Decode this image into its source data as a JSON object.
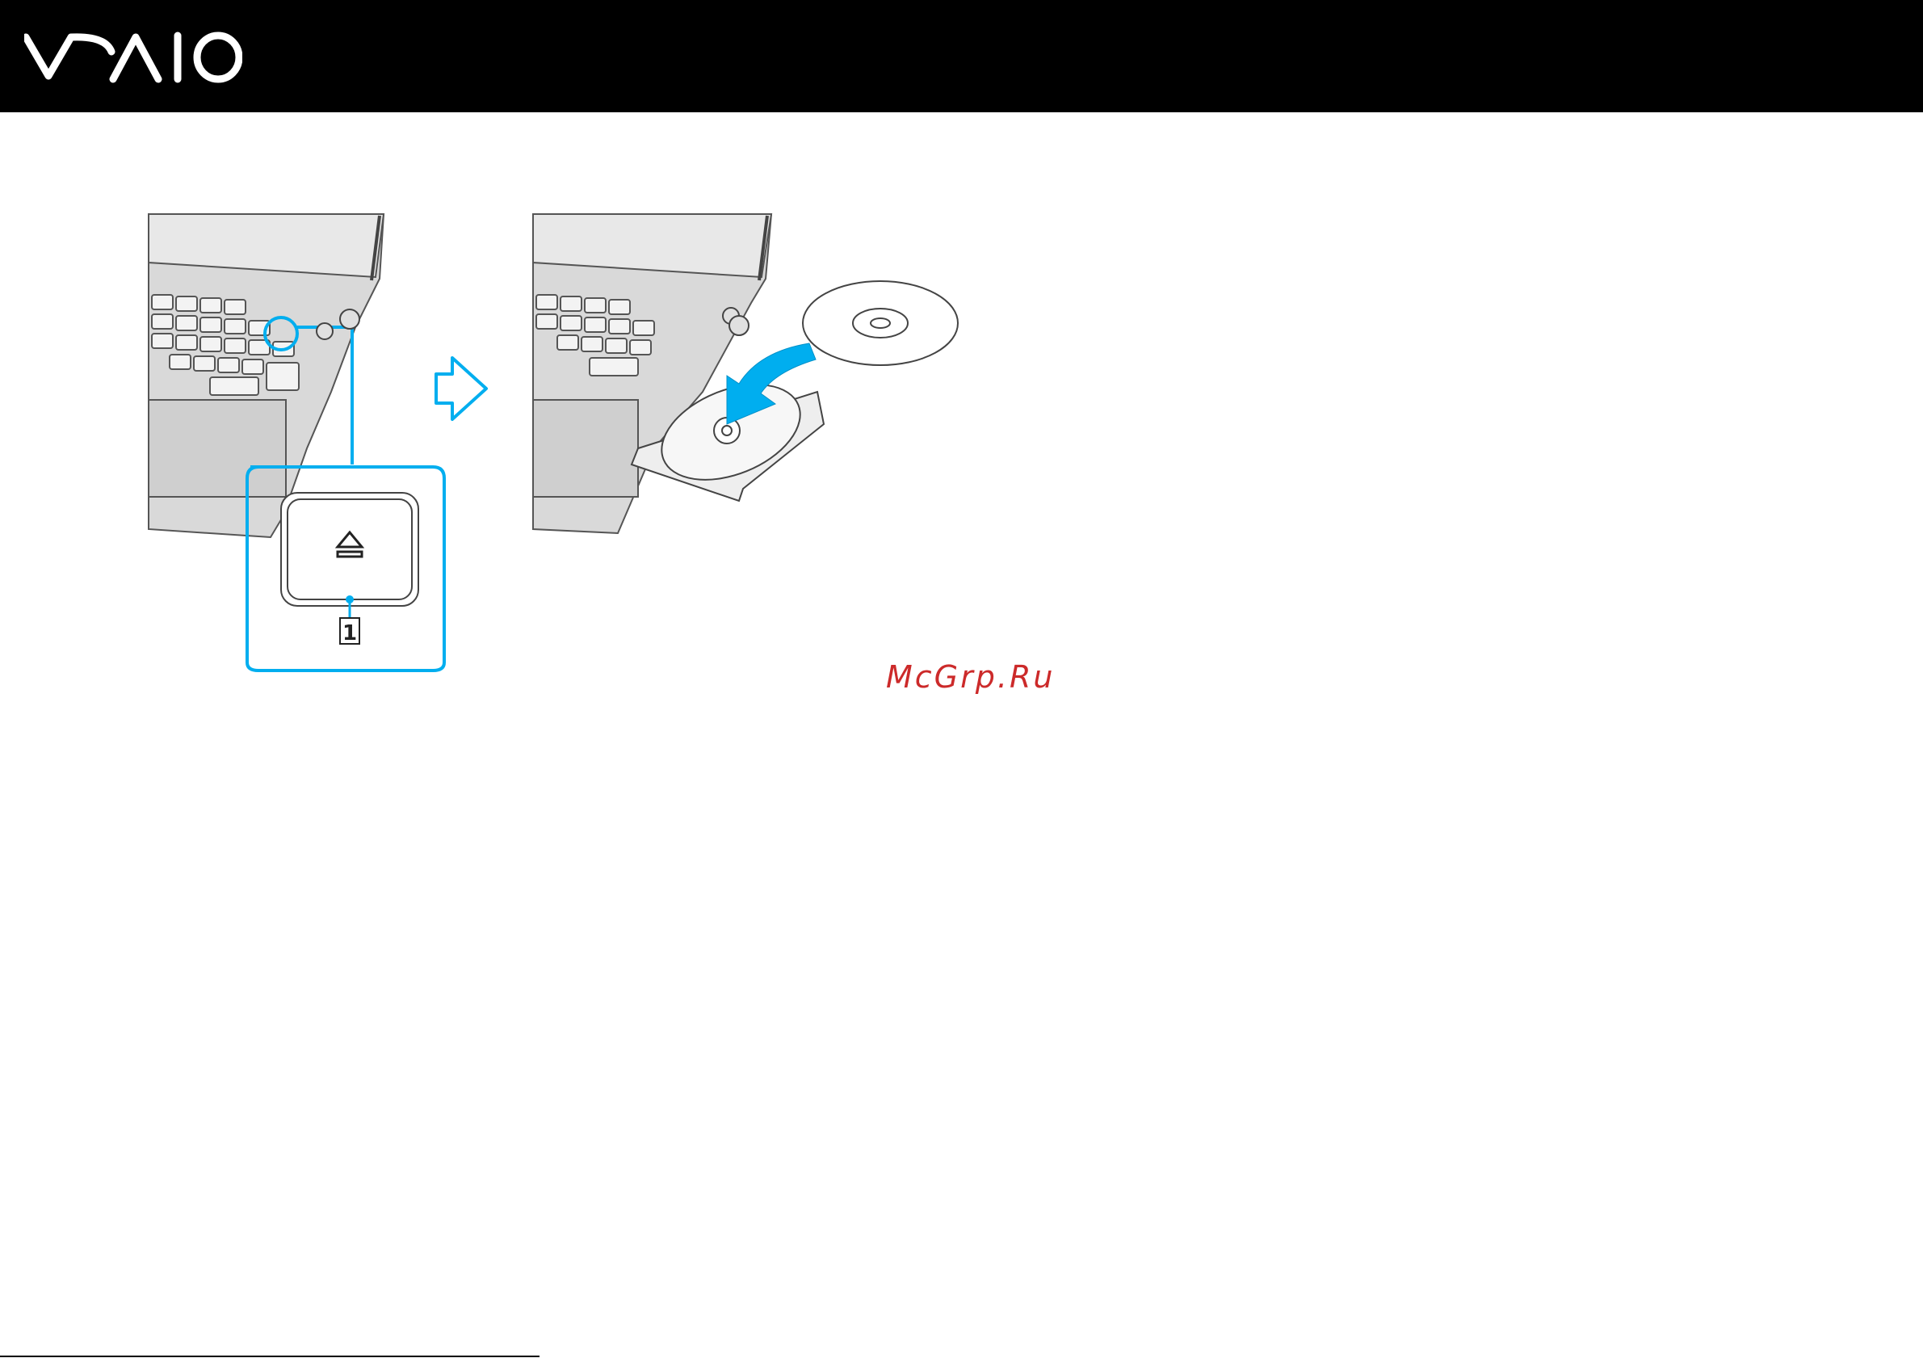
{
  "header": {
    "logo": "VAIO",
    "logo_icon": "vaio-logo",
    "background": "#000000"
  },
  "figure": {
    "left_panel": {
      "icon": "laptop-icon",
      "zoom_button_icon": "eject-icon",
      "callout_number": "1"
    },
    "transition_icon": "right-arrow-outline-icon",
    "right_panel": {
      "icon": "laptop-open-drive-icon",
      "disc_icon": "optical-disc-icon",
      "insert_arrow_icon": "curved-arrow-icon"
    },
    "accent_color": "#00aeef"
  },
  "watermark": {
    "text": "McGrp.Ru",
    "color": "#cc2a2a"
  }
}
